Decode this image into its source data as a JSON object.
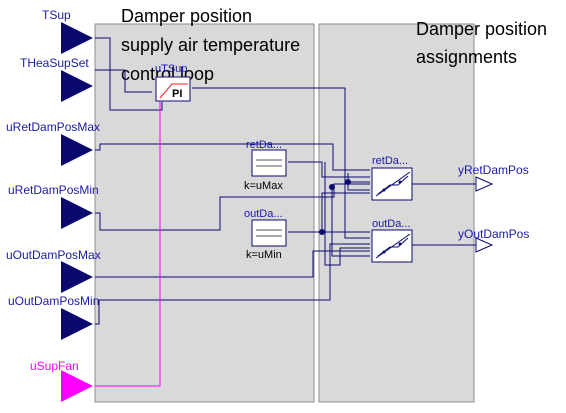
{
  "regions": {
    "left_title": [
      "Damper position",
      "supply air temperature",
      "control loop"
    ],
    "right_title": [
      "Damper position",
      "assignments"
    ]
  },
  "inputs": {
    "TSup": "TSup",
    "THeaSupSet": "THeaSupSet",
    "uRetDamPosMax": "uRetDamPosMax",
    "uRetDamPosMin": "uRetDamPosMin",
    "uOutDamPosMax": "uOutDamPosMax",
    "uOutDamPosMin": "uOutDamPosMin",
    "uSupFan": "uSupFan"
  },
  "outputs": {
    "yRetDamPos": "yRetDamPos",
    "yOutDamPos": "yOutDamPos"
  },
  "blocks": {
    "controller": {
      "name": "uTSup",
      "symbol": "PI"
    },
    "retDamConst": {
      "name": "retDa...",
      "param": "k=uMax"
    },
    "outDamConst": {
      "name": "outDa...",
      "param": "k=uMin"
    },
    "retDamLine": {
      "name": "retDa..."
    },
    "outDamLine": {
      "name": "outDa..."
    }
  },
  "colors": {
    "signal": "#0a0a6e",
    "boolean_signal": "#ff00ff",
    "region_fill": "#d9d9d9",
    "label": "#1a1aa6"
  }
}
